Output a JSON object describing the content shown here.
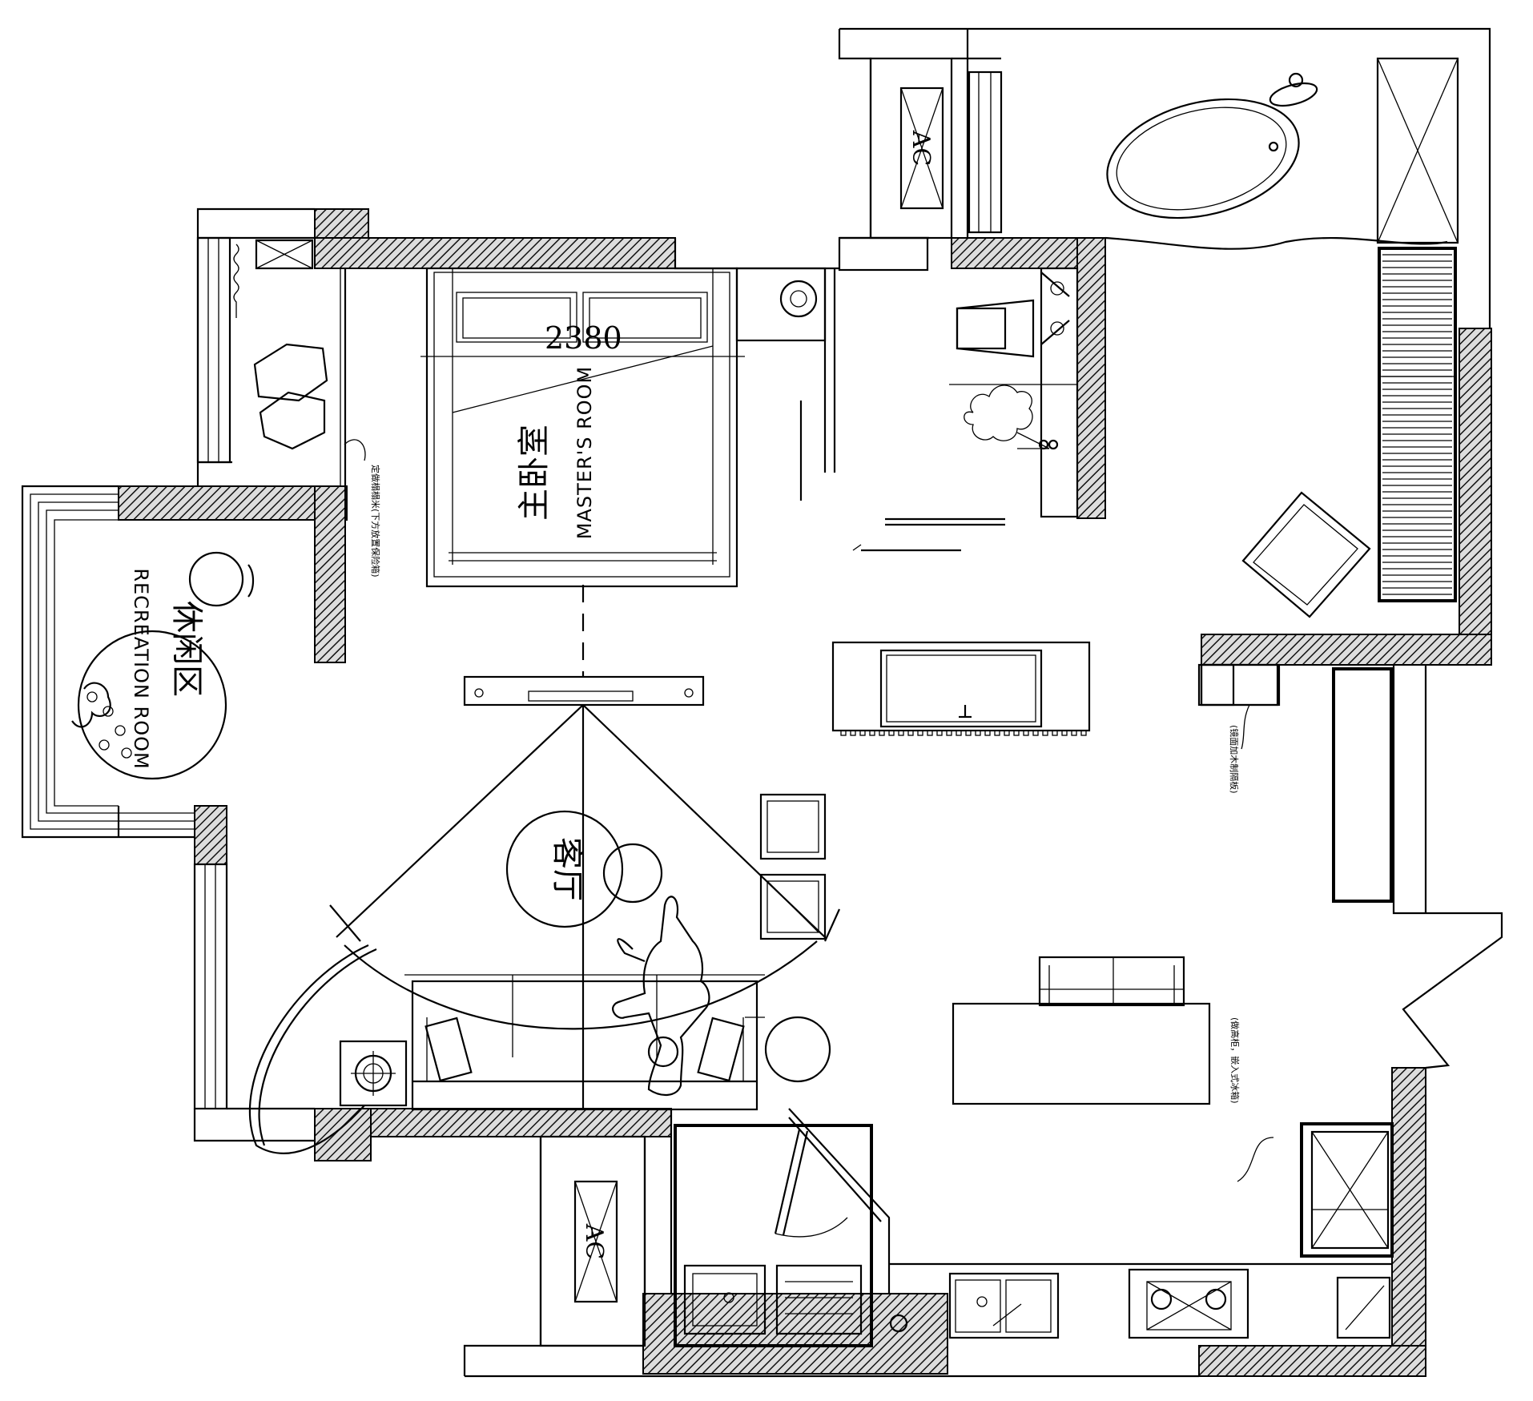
{
  "rooms": {
    "master": {
      "zh": "主卧室",
      "en": "MASTER'S ROOM"
    },
    "recreation": {
      "zh": "休闲区",
      "en": "RECREATION ROOM"
    },
    "living": {
      "zh": "客厅"
    }
  },
  "dimension": "2380",
  "ac_labels": [
    "AC",
    "AC"
  ],
  "notes": {
    "bay_window": "定做榻榻米(下方放置保险箱)",
    "partition": "(镜面加木制隔板)",
    "cabinet": "(做高柜，嵌入式冰箱)"
  }
}
